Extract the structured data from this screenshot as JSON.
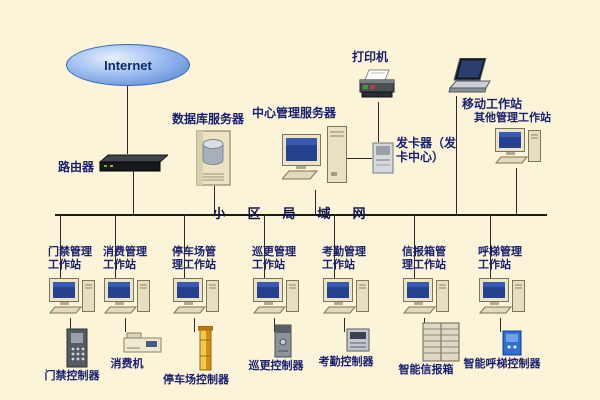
{
  "colors": {
    "background": "#fbf4d8",
    "label_text": "#1a2070"
  },
  "internet": {
    "label": "Internet"
  },
  "router": {
    "label": "路由器"
  },
  "database_server": {
    "label": "数据库服务器"
  },
  "central_server": {
    "label": "中心管理服务器"
  },
  "printer": {
    "label": "打印机"
  },
  "card_issuer": {
    "label": "发卡器（发卡中心）"
  },
  "mobile_workstation": {
    "label": "移动工作站"
  },
  "other_workstation": {
    "label": "其他管理工作站"
  },
  "lan": {
    "label": "小区局域网"
  },
  "workstations": [
    {
      "label": "门禁管理工作站",
      "device": "门禁控制器"
    },
    {
      "label": "消费管理工作站",
      "device": "消费机"
    },
    {
      "label": "停车场管理工作站",
      "device": "停车场控制器"
    },
    {
      "label": "巡更管理工作站",
      "device": "巡更控制器"
    },
    {
      "label": "考勤管理工作站",
      "device": "考勤控制器"
    },
    {
      "label": "信报箱管理工作站",
      "device": "智能信报箱"
    },
    {
      "label": "呼梯管理工作站",
      "device": "智能呼梯控制器"
    }
  ]
}
